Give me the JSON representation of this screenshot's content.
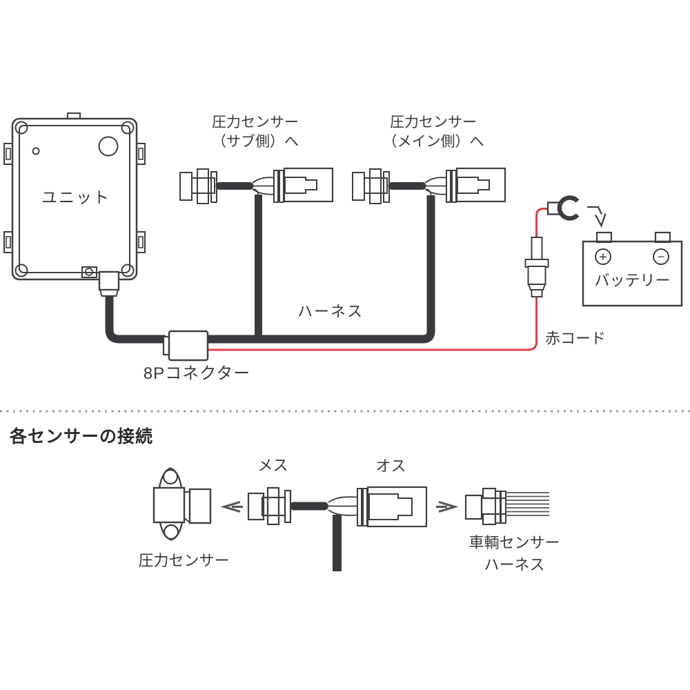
{
  "colors": {
    "line": "#3e3e42",
    "wire": "#3a3a3e",
    "red_wire": "#e04048",
    "text": "#3a3a3c",
    "divider": "#9b9b9b"
  },
  "icons": {
    "battery_positive": "plus-circle",
    "battery_negative": "minus-circle",
    "ring_terminal": "open-ring",
    "connect_arrow_left": "arrow-left",
    "connect_arrow_right": "arrow-right",
    "battery_arrow": "elbow-arrow-down"
  },
  "top_section": {
    "unit": {
      "label": "ユニット"
    },
    "sub_connector": {
      "label_line1": "圧力センサー",
      "label_line2": "（サブ側）へ"
    },
    "main_connector": {
      "label_line1": "圧力センサー",
      "label_line2": "（メイン側）へ"
    },
    "harness_label": "ハーネス",
    "connector_8p_label": "8Pコネクター",
    "red_cord_label": "赤コード",
    "battery": {
      "label": "バッテリー",
      "positive_symbol": "+",
      "negative_symbol": "−"
    }
  },
  "bottom_section": {
    "heading": "各センサーの接続",
    "female_label": "メス",
    "male_label": "オス",
    "pressure_sensor_label": "圧力センサー",
    "vehicle_harness_label_line1": "車輌センサー",
    "vehicle_harness_label_line2": "ハーネス"
  }
}
